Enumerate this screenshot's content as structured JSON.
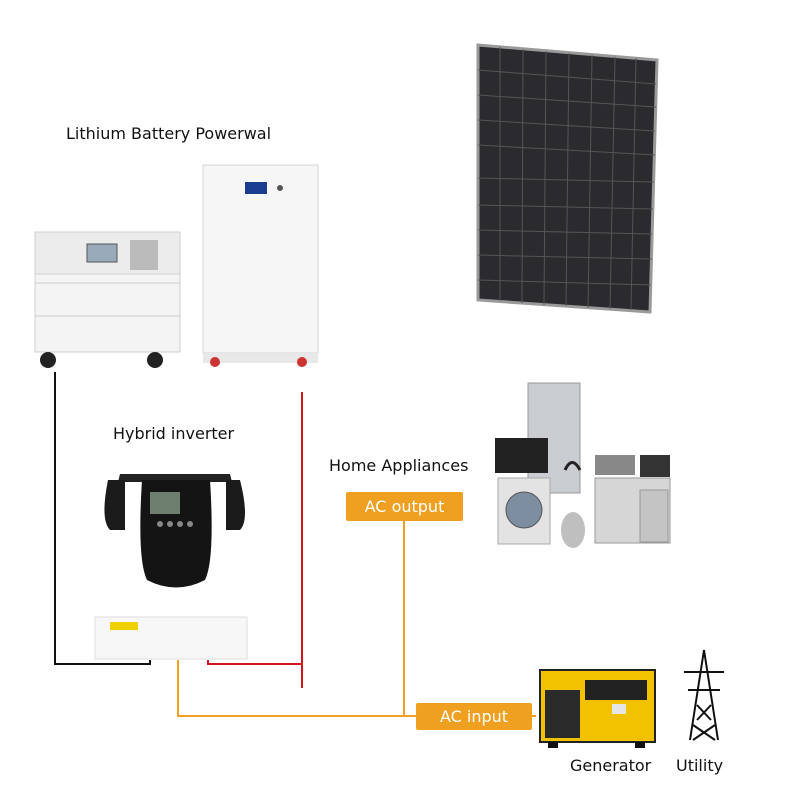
{
  "labels": {
    "battery": "Lithium Battery Powerwal",
    "inverter": "Hybrid inverter",
    "appliances": "Home Appliances",
    "generator": "Generator",
    "utility": "Utility"
  },
  "tags": {
    "ac_output": "AC output",
    "ac_input": "AC input"
  },
  "colors": {
    "dc_negative": "#111111",
    "dc_positive": "#d4141c",
    "ac_line": "#f0a020"
  }
}
